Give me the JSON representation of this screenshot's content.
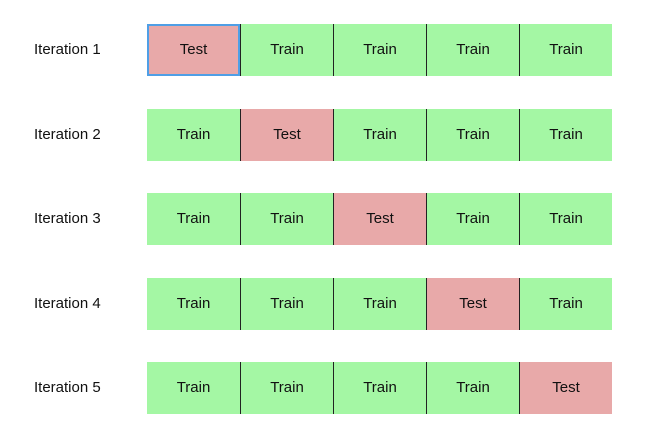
{
  "colors": {
    "train": "#a4f7a4",
    "test": "#e8a9a9"
  },
  "iterations": [
    {
      "label": "Iteration 1",
      "folds": [
        "Test",
        "Train",
        "Train",
        "Train",
        "Train"
      ]
    },
    {
      "label": "Iteration 2",
      "folds": [
        "Train",
        "Test",
        "Train",
        "Train",
        "Train"
      ]
    },
    {
      "label": "Iteration 3",
      "folds": [
        "Train",
        "Train",
        "Test",
        "Train",
        "Train"
      ]
    },
    {
      "label": "Iteration 4",
      "folds": [
        "Train",
        "Train",
        "Train",
        "Test",
        "Train"
      ]
    },
    {
      "label": "Iteration 5",
      "folds": [
        "Train",
        "Train",
        "Train",
        "Train",
        "Test"
      ]
    }
  ]
}
